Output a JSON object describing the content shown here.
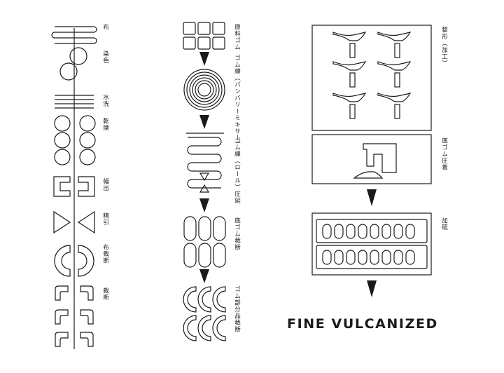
{
  "title": "FINE VULCANIZED",
  "colors": {
    "ink": "#1a1a1a",
    "background": "#ffffff"
  },
  "left_column": {
    "labels": [
      "布",
      "染色",
      "水洗",
      "乾燥",
      "幅出",
      "精引",
      "布裁断",
      "裁断"
    ]
  },
  "middle_column": {
    "labels": [
      "原料ゴム",
      "ゴム練（バンバリーミキサー）",
      "ゴム練（ロール）圧延",
      "底ゴム裁断",
      "ゴム部分品裁断"
    ]
  },
  "right_column": {
    "labels": [
      "整形（加工）",
      "底ゴム圧着",
      "加硫"
    ]
  }
}
